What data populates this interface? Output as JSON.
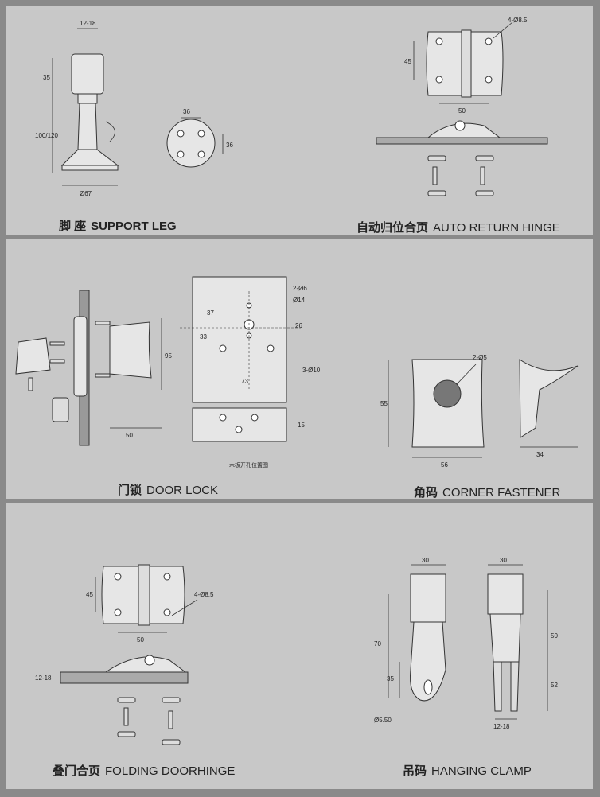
{
  "sections": {
    "support_leg": {
      "cn": "脚 座",
      "en": "SUPPORT LEG",
      "dims": {
        "gap": "12-18",
        "top": "35",
        "height": "100/120",
        "base": "Ø67",
        "hole_w": "36",
        "hole_h": "36"
      }
    },
    "auto_hinge": {
      "cn": "自动归位合页",
      "en": "AUTO RETURN HINGE",
      "dims": {
        "holes": "4-Ø8.5",
        "h": "45",
        "w": "50"
      }
    },
    "door_lock": {
      "cn": "门锁",
      "en": "DOOR LOCK",
      "dims": {
        "h": "95",
        "w": "50",
        "h2": "2-Ø6",
        "d14": "Ø14",
        "d37": "37",
        "d33": "33",
        "d26": "26",
        "d73": "73",
        "d10": "3-Ø10",
        "d15": "15"
      },
      "note": "木板开孔位置图"
    },
    "corner": {
      "cn": "角码",
      "en": "CORNER FASTENER",
      "dims": {
        "hole": "2-Ø5",
        "h": "55",
        "w": "56",
        "d": "34"
      }
    },
    "folding": {
      "cn": "叠门合页",
      "en": "FOLDING DOORHINGE",
      "dims": {
        "holes": "4-Ø8.5",
        "h": "45",
        "w": "50",
        "t": "12-18"
      }
    },
    "clamp": {
      "cn": "吊码",
      "en": "HANGING CLAMP",
      "dims": {
        "w1": "30",
        "w2": "30",
        "h70": "70",
        "h35": "35",
        "h50": "50",
        "h52": "52",
        "d": "Ø5.50",
        "t": "12-18"
      }
    }
  }
}
